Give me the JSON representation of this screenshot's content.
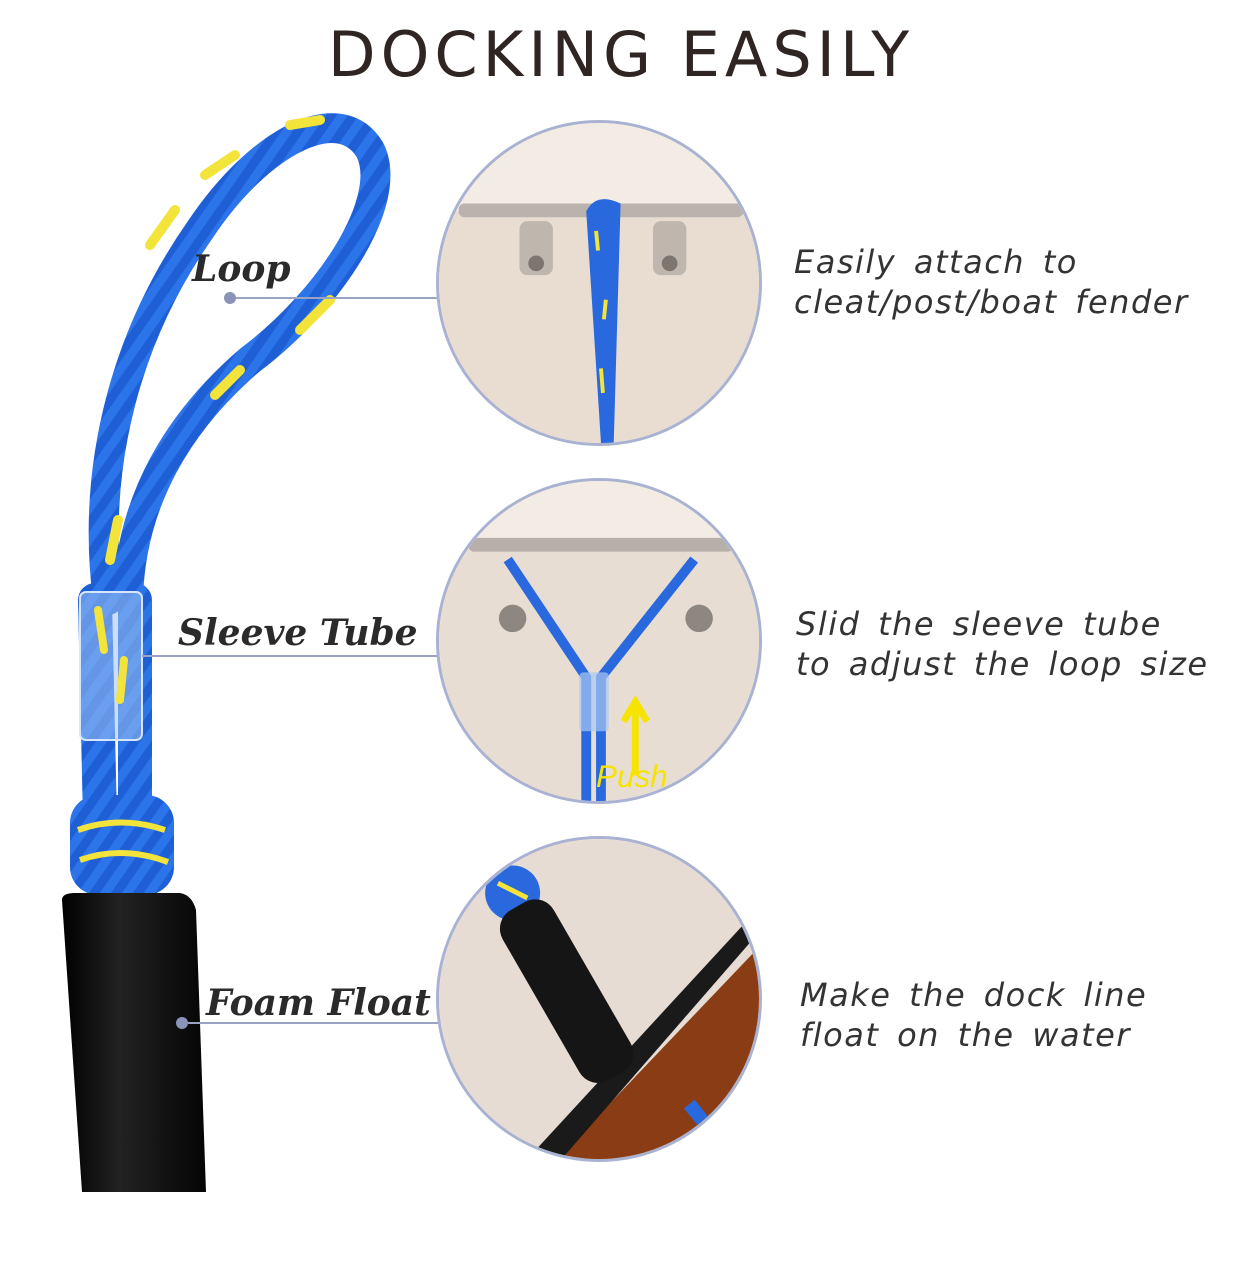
{
  "title": "DOCKING EASILY",
  "callouts": [
    {
      "label": "Loop",
      "description": [
        "Easily attach to",
        "cleat/post/boat fender"
      ]
    },
    {
      "label": "Sleeve Tube",
      "description": [
        "Slid the sleeve tube",
        "to adjust the loop size"
      ]
    },
    {
      "label": "Foam Float",
      "description": [
        "Make the dock line",
        "float on the water"
      ]
    }
  ],
  "push_label": "Push",
  "colors": {
    "rope": "#1f5fd6",
    "rope_stripe": "#f2e43a",
    "float": "#0d0d0d",
    "line": "#9aa3c2",
    "push": "#f5e400"
  }
}
